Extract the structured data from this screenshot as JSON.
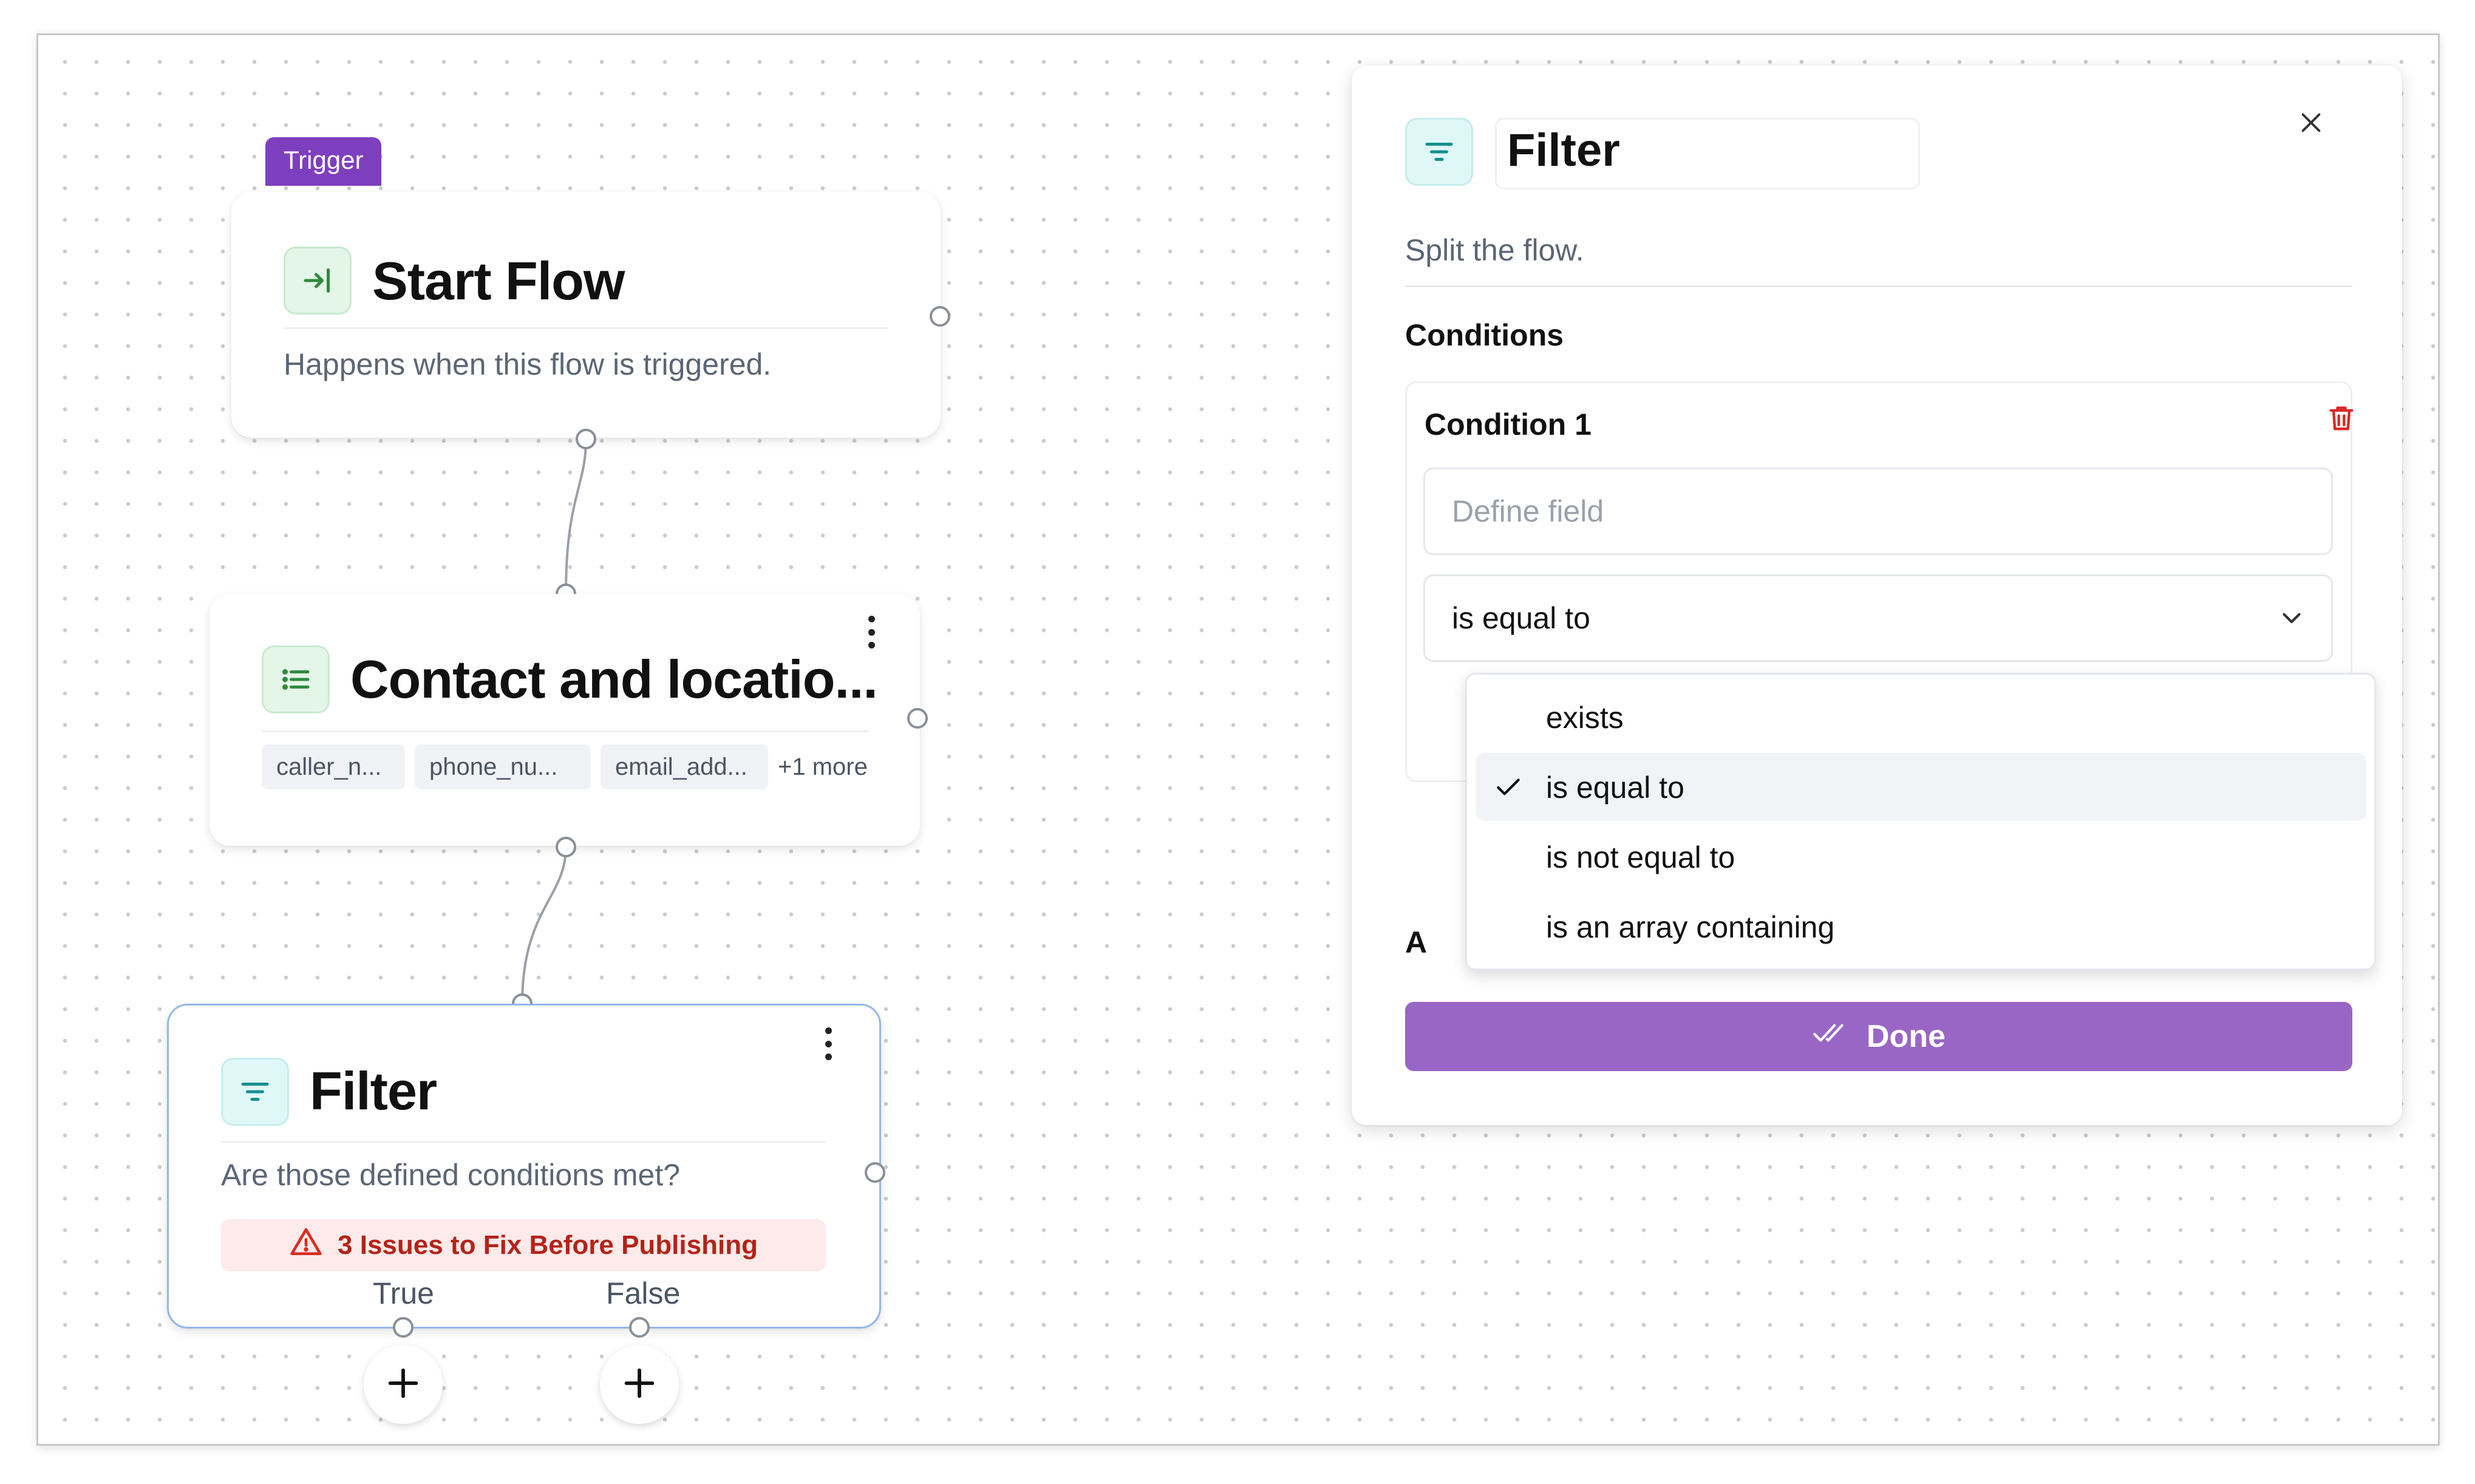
{
  "canvas": {
    "nodes": {
      "start": {
        "tag": "Trigger",
        "icon": "login-arrow-icon",
        "title": "Start Flow",
        "description": "Happens when this flow is triggered."
      },
      "contact": {
        "icon": "list-icon",
        "title": "Contact and locatio...",
        "chips": [
          "caller_n...",
          "phone_nu...",
          "email_add..."
        ],
        "more": "+1 more"
      },
      "filter": {
        "icon": "filter-icon",
        "title": "Filter",
        "description": "Are those defined conditions met?",
        "warning": "3 Issues to Fix Before Publishing",
        "branches": [
          "True",
          "False"
        ]
      }
    }
  },
  "panel": {
    "icon": "filter-icon",
    "title": "Filter",
    "subtitle": "Split the flow.",
    "section": "Conditions",
    "condition": {
      "label": "Condition 1",
      "field_placeholder": "Define field",
      "field_value": "",
      "operator": "is equal to"
    },
    "partial_label": "A",
    "done_label": "Done",
    "dropdown": {
      "options": [
        "exists",
        "is equal to",
        "is not equal to",
        "is an array containing"
      ],
      "selected": "is equal to"
    }
  },
  "colors": {
    "accent": "#9966c6",
    "trigger_tag": "#7e3fbf",
    "warning_text": "#b42318",
    "warning_bg": "#fdeaea",
    "trash": "#dc2626"
  }
}
